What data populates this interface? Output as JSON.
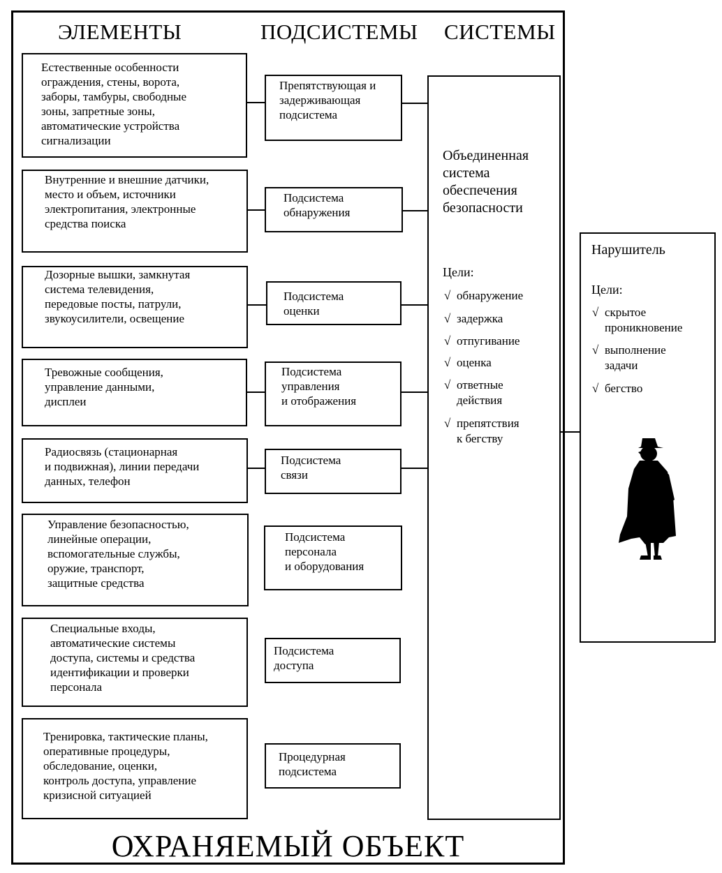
{
  "headers": {
    "elements": "ЭЛЕМЕНТЫ",
    "subsystems": "ПОДСИСТЕМЫ",
    "systems": "СИСТЕМЫ"
  },
  "rows": [
    {
      "elements": "Естественные особенности\nограждения, стены, ворота,\nзаборы, тамбуры, свободные\nзоны, запретные зоны,\nавтоматические устройства\nсигнализации",
      "subsystem": "Препятствующая и\nзадерживающая\nподсистема"
    },
    {
      "elements": "Внутренние и внешние датчики,\nместо и объем, источники\nэлектропитания, электронные\nсредства поиска",
      "subsystem": "Подсистема\nобнаружения"
    },
    {
      "elements": "Дозорные вышки, замкнутая\nсистема телевидения,\nпередовые посты, патрули,\nзвукоусилители, освещение",
      "subsystem": "Подсистема\nоценки"
    },
    {
      "elements": "Тревожные сообщения,\nуправление данными,\nдисплеи",
      "subsystem": "Подсистема\nуправления\nи отображения"
    },
    {
      "elements": "Радиосвязь (стационарная\nи подвижная), линии передачи\nданных, телефон",
      "subsystem": "Подсистема\nсвязи"
    },
    {
      "elements": "Управление безопасностью,\nлинейные операции,\nвспомогательные службы,\nоружие, транспорт,\nзащитные средства",
      "subsystem": "Подсистема\nперсонала\nи оборудования"
    },
    {
      "elements": "Специальные входы,\nавтоматические системы\nдоступа, системы и средства\nидентификации и проверки\nперсонала",
      "subsystem": "Подсистема\nдоступа"
    },
    {
      "elements": "Тренировка, тактические планы,\nоперативные процедуры,\nобследование, оценки,\nконтроль доступа, управление\nкризисной ситуацией",
      "subsystem": "Процедурная\nподсистема"
    }
  ],
  "system": {
    "title": "Объединенная\nсистема\nобеспечения\nбезопасности",
    "goals_label": "Цели:",
    "check": "√",
    "goals": [
      "обнаружение",
      "задержка",
      "отпугивание",
      "оценка",
      "ответные\nдействия",
      "препятствия\nк бегству"
    ]
  },
  "intruder": {
    "title": "Нарушитель",
    "goals_label": "Цели:",
    "check": "√",
    "goals": [
      "скрытое\nпроникновение",
      "выполнение\nзадачи",
      "бегство"
    ]
  },
  "footer": "ОХРАНЯЕМЫЙ ОБЪЕКТ",
  "icons": {
    "intruder_figure": "silhouette-icon"
  }
}
